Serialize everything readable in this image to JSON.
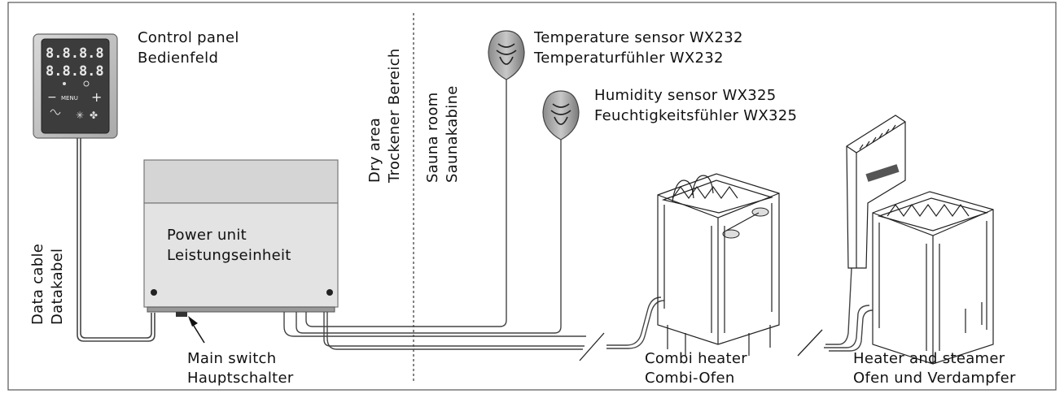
{
  "labels": {
    "control_panel": {
      "en": "Control panel",
      "de": "Bedienfeld"
    },
    "temp_sensor": {
      "en": "Temperature sensor WX232",
      "de": "Temperaturfühler WX232"
    },
    "humidity_sensor": {
      "en": "Humidity sensor WX325",
      "de": "Feuchtigkeitsfühler WX325"
    },
    "dry_area": {
      "en": "Dry area",
      "de": "Trockener Bereich"
    },
    "sauna_room": {
      "en": "Sauna room",
      "de": "Saunakabine"
    },
    "data_cable": {
      "en": "Data cable",
      "de": "Datakabel"
    },
    "power_unit": {
      "en": "Power unit",
      "de": "Leistungseinheit"
    },
    "main_switch": {
      "en": "Main switch",
      "de": "Hauptschalter"
    },
    "combi_heater": {
      "en": "Combi heater",
      "de": "Combi-Ofen"
    },
    "heater_steamer": {
      "en": "Heater and steamer",
      "de": "Ofen und Verdampfer"
    }
  },
  "panel_display": {
    "digits_top": "8.8.8.8",
    "digits_bottom": "8.8.8.8",
    "menu_label": "MENU",
    "minus": "−",
    "plus": "+"
  }
}
